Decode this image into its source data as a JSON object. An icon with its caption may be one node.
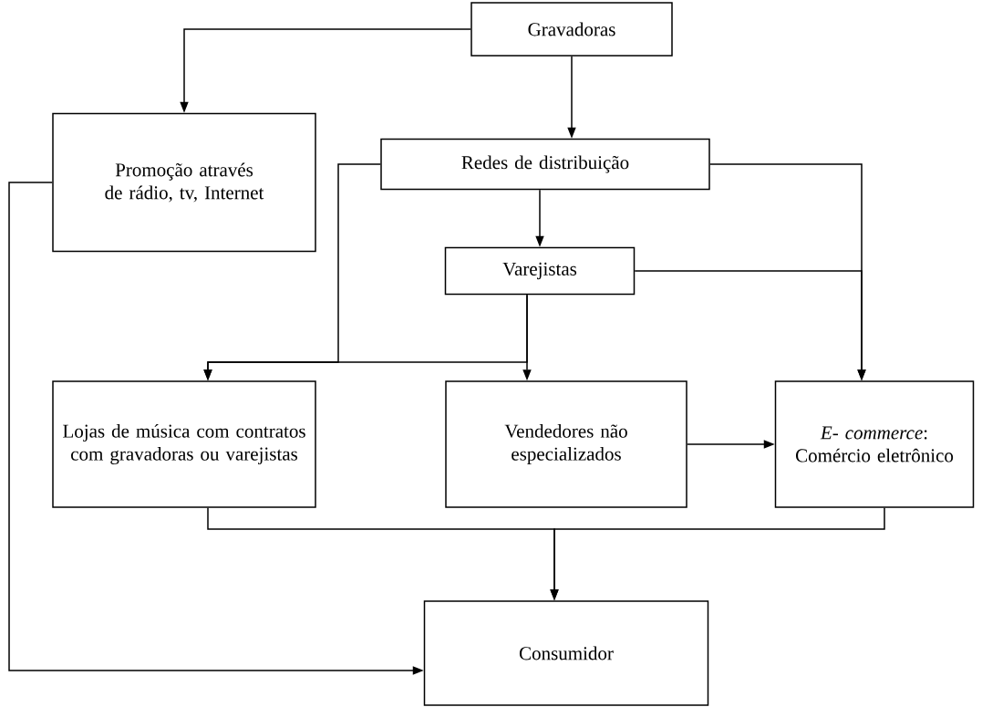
{
  "diagram": {
    "nodes": [
      {
        "text": [
          "Gravadoras"
        ]
      },
      {
        "text": [
          "Promoção através de rádio, tv, Internet"
        ]
      },
      {
        "text": [
          "Redes de distribuição"
        ]
      },
      {
        "text": [
          "Varejistas"
        ]
      },
      {
        "text": [
          "Lojas de música com contratos com gravadoras ou varejistas"
        ]
      },
      {
        "text": [
          "Vendedores não especializados"
        ]
      },
      {
        "text": [
          "*E- commerce*: Comércio eletrônico"
        ]
      },
      {
        "text": [
          "Consumidor"
        ]
      }
    ],
    "edges": [
      {
        "from": 0,
        "to": 1,
        "arrow": "to"
      },
      {
        "from": 0,
        "to": 2,
        "arrow": "to"
      },
      {
        "from": 2,
        "to": 3,
        "arrow": "to"
      },
      {
        "from": 1,
        "to": 7,
        "arrow": "to"
      },
      {
        "from": 2,
        "to": 4,
        "arrow": "to"
      },
      {
        "from": 3,
        "to": 4,
        "arrow": "to"
      },
      {
        "from": 3,
        "to": 5,
        "arrow": "to"
      },
      {
        "from": 2,
        "to": 6,
        "arrow": "to"
      },
      {
        "from": 3,
        "to": 6,
        "arrow": "to"
      },
      {
        "from": 5,
        "to": 6,
        "arrow": "to"
      },
      {
        "from": 4,
        "to": 7,
        "arrow": "to"
      },
      {
        "from": 6,
        "to": 7,
        "arrow": "to"
      }
    ]
  }
}
